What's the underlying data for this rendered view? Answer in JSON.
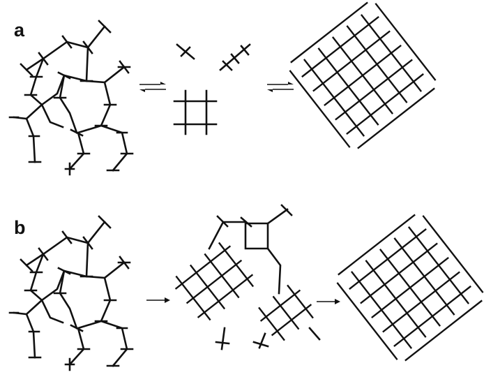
{
  "panels": [
    {
      "label": "a",
      "arrows": [
        "equilibrium",
        "equilibrium"
      ]
    },
    {
      "label": "b",
      "arrows": [
        "forward",
        "forward"
      ]
    }
  ]
}
